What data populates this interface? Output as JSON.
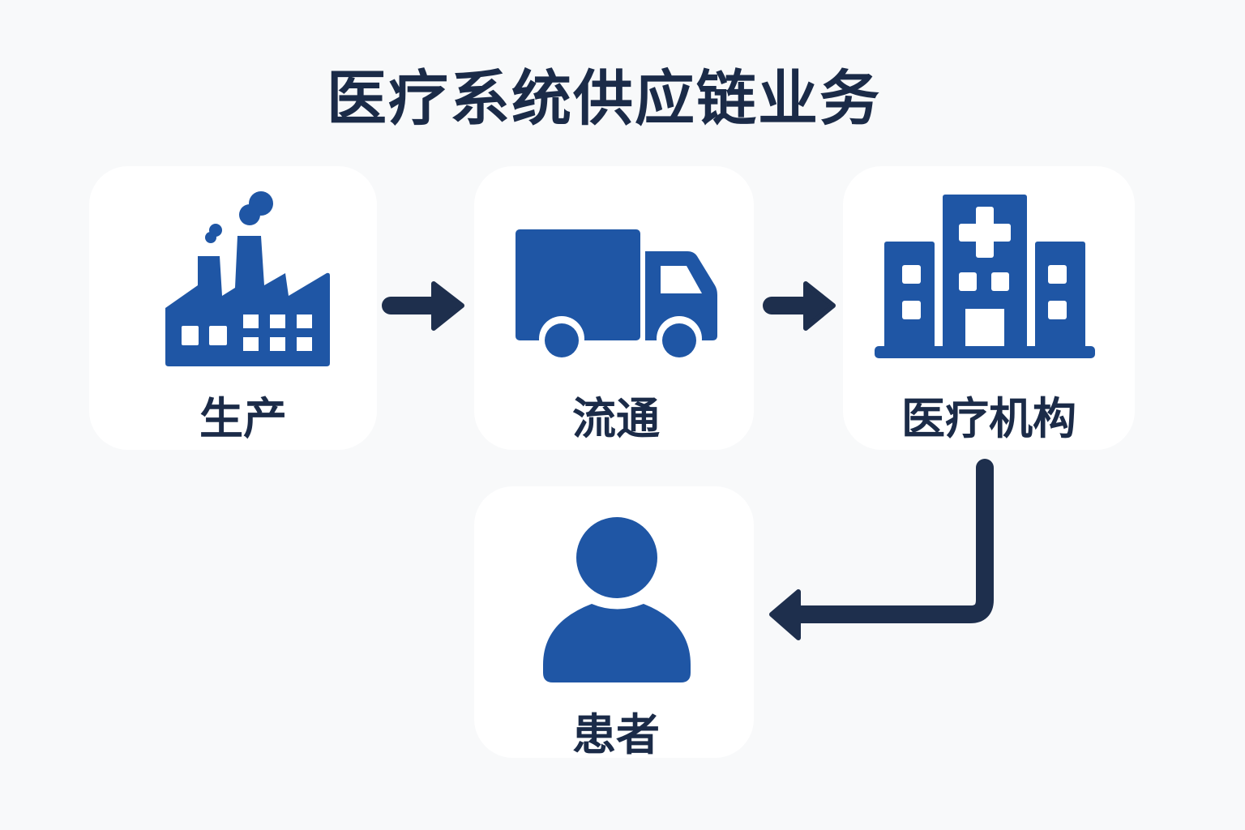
{
  "title": "医疗系统供应链业务",
  "nodes": [
    {
      "id": "production",
      "label": "生产",
      "icon": "factory-icon"
    },
    {
      "id": "circulation",
      "label": "流通",
      "icon": "truck-icon"
    },
    {
      "id": "institution",
      "label": "医疗机构",
      "icon": "hospital-icon"
    },
    {
      "id": "patient",
      "label": "患者",
      "icon": "person-icon"
    }
  ],
  "colors": {
    "icon": "#1f56a5",
    "text": "#1b2b48",
    "arrow": "#1e2f4d",
    "background": "#f8f9fa",
    "card": "#ffffff"
  }
}
